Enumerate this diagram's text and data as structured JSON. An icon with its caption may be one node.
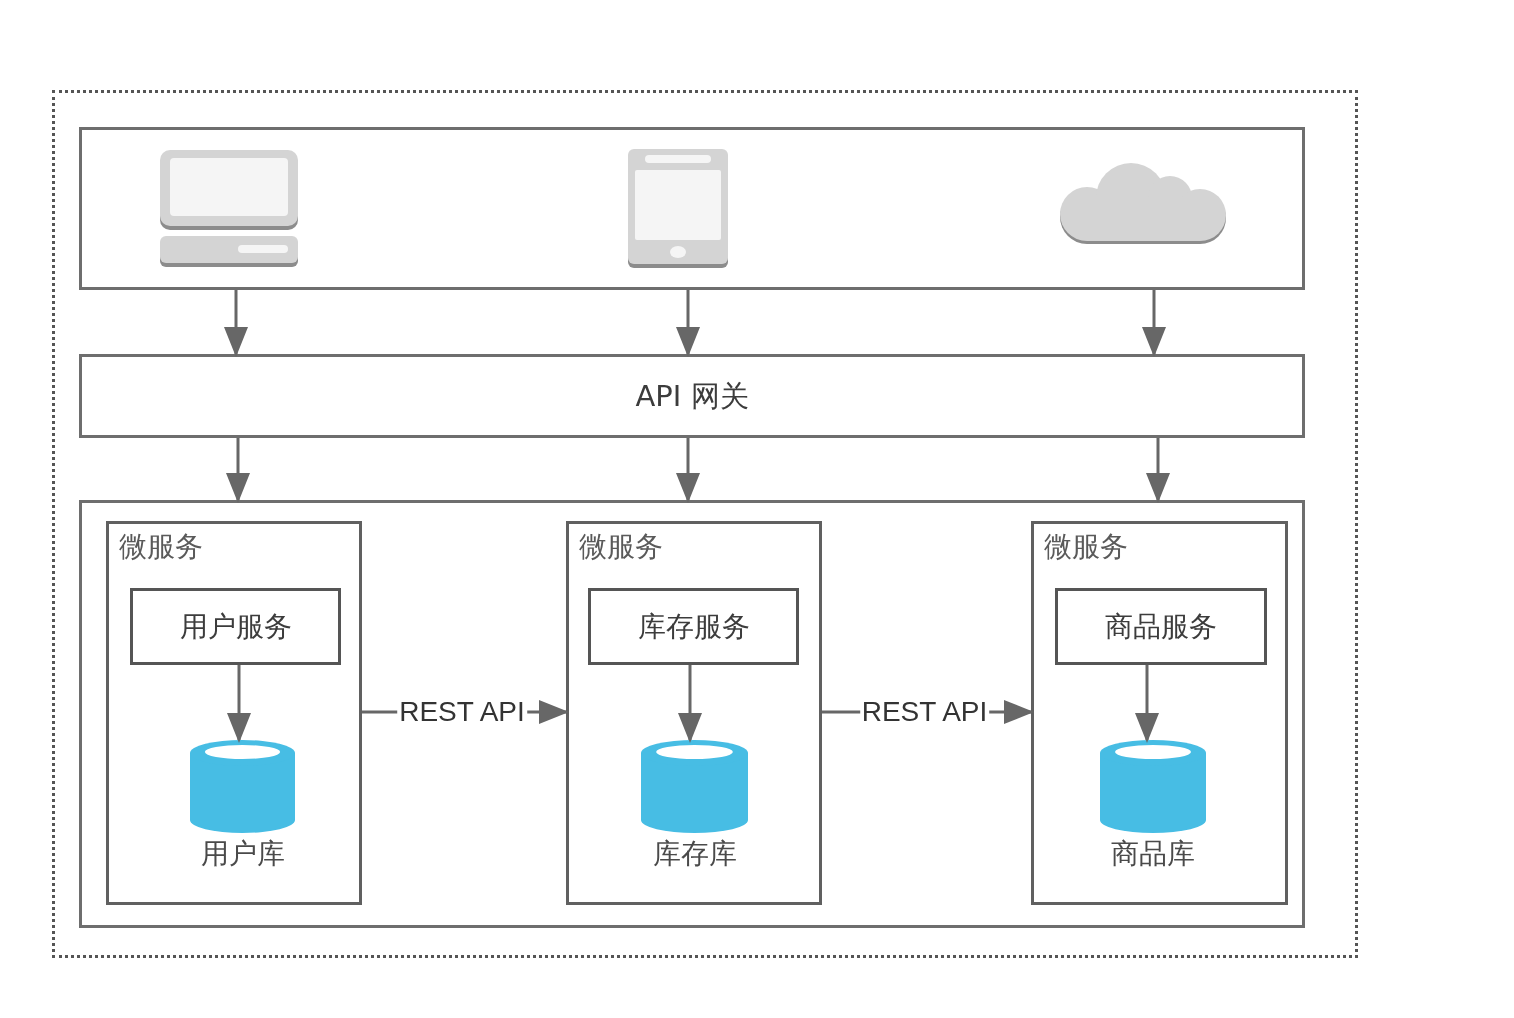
{
  "diagram": {
    "nodes": [
      {
        "text": [],
        "shape": "box"
      },
      {
        "text": [],
        "shape": "box",
        "in": 0
      },
      {
        "text": [],
        "shape": "computer",
        "in": 1
      },
      {
        "text": [],
        "shape": "tablet",
        "in": 1
      },
      {
        "text": [],
        "shape": "cloud",
        "in": 1
      },
      {
        "text": [
          "API 网关"
        ],
        "in": 0
      },
      {
        "text": [],
        "shape": "box",
        "in": 0
      },
      {
        "text": [
          "微服务"
        ],
        "in": 6
      },
      {
        "text": [
          "用户服务"
        ],
        "in": 7
      },
      {
        "text": [],
        "shape": "cylinder",
        "in": 7,
        "beside": [
          "用户库"
        ]
      },
      {
        "text": [
          "微服务"
        ],
        "in": 6
      },
      {
        "text": [
          "库存服务"
        ],
        "in": 10
      },
      {
        "text": [],
        "shape": "cylinder",
        "in": 10,
        "beside": [
          "库存库"
        ]
      },
      {
        "text": [
          "微服务"
        ],
        "in": 6
      },
      {
        "text": [
          "商品服务"
        ],
        "in": 13
      },
      {
        "text": [],
        "shape": "cylinder",
        "in": 13,
        "beside": [
          "商品库"
        ]
      }
    ],
    "edges": [
      {
        "from": 1,
        "to": 5,
        "arrow": "to"
      },
      {
        "from": 1,
        "to": 5,
        "arrow": "to"
      },
      {
        "from": 1,
        "to": 5,
        "arrow": "to"
      },
      {
        "from": 5,
        "to": 6,
        "arrow": "to"
      },
      {
        "from": 5,
        "to": 6,
        "arrow": "to"
      },
      {
        "from": 5,
        "to": 6,
        "arrow": "to"
      },
      {
        "from": 8,
        "to": 9,
        "arrow": "to"
      },
      {
        "from": 7,
        "to": 10,
        "arrow": "to",
        "label": "REST API"
      },
      {
        "from": 11,
        "to": 12,
        "arrow": "to"
      },
      {
        "from": 10,
        "to": 13,
        "arrow": "to",
        "label": "REST API"
      },
      {
        "from": 14,
        "to": 15,
        "arrow": "to"
      }
    ]
  }
}
